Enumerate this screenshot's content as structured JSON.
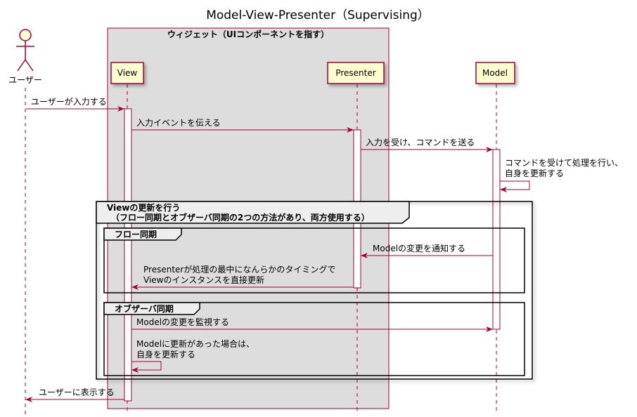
{
  "title": "Model-View-Presenter（Supervising）",
  "colors": {
    "line": "#A80036",
    "participant_fill": "#FEFECE",
    "box_fill": "#DDDDDD",
    "group_tab_fill": "#EEEEEE"
  },
  "actor": {
    "label": "ユーザー",
    "icon": "stick-figure-icon"
  },
  "box": {
    "label": "ウィジェット（UIコンポーネントを指す）"
  },
  "participants": {
    "view": "View",
    "presenter": "Presenter",
    "model": "Model"
  },
  "messages": {
    "m1": "ユーザーが入力する",
    "m2": "入力イベントを伝える",
    "m3": "入力を受け、コマンドを送る",
    "m4_line1": "コマンドを受けて処理を行い、",
    "m4_line2": "自身を更新する",
    "m5": "Modelの変更を通知する",
    "m6_line1": "Presenterが処理の最中になんらかのタイミングで",
    "m6_line2": "Viewのインスタンスを直接更新",
    "m7": "Modelの変更を監視する",
    "m8_line1": "Modelに更新があった場合は、",
    "m8_line2": "自身を更新する",
    "m9": "ユーザーに表示する"
  },
  "groups": {
    "outer_line1": "Viewの更新を行う",
    "outer_line2": "（フロー同期とオブザーバ同期の2つの方法があり、両方使用する）",
    "flow_sync": "フロー同期",
    "observer_sync": "オブザーバ同期"
  }
}
